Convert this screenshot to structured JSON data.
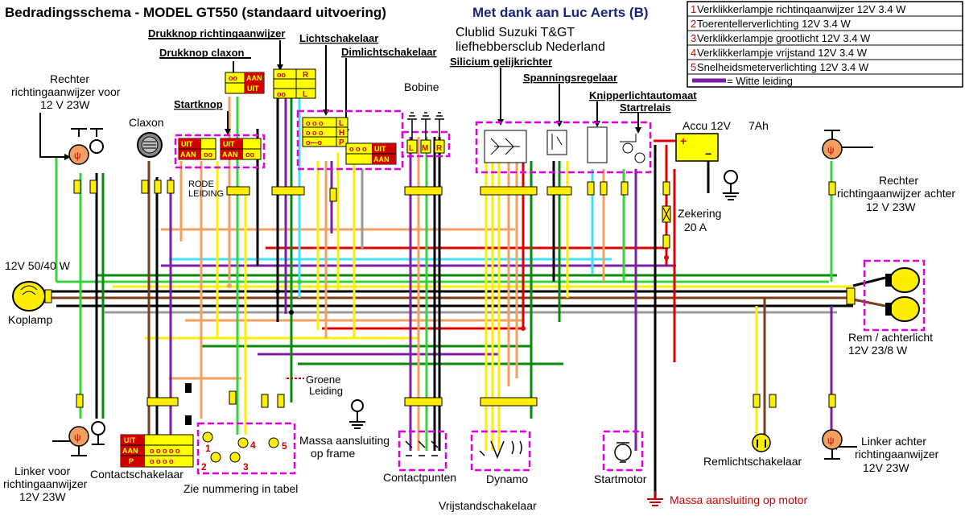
{
  "title": {
    "main": "Bedradingsschema - MODEL GT550 (standaard uitvoering)",
    "credit": "Met dank aan Luc Aerts (B)",
    "club_line1": "Clublid Suzuki T&GT",
    "club_line2": "liefhebbersclub Nederland"
  },
  "legend": [
    {
      "num": "1",
      "text": "Verklikkerlampje richtinqaanwijzer  12V 3.4 W"
    },
    {
      "num": "2",
      "text": "Toerentellerverlichting 12V 3.4 W"
    },
    {
      "num": "3",
      "text": "Verklikkerlampje grootlicht 12V 3.4 W"
    },
    {
      "num": "4",
      "text": "Verklikkerlampje vrijstand 12V 3.4 W"
    },
    {
      "num": "5",
      "text": "Snelheidsmeterverlichting 12V 3.4 W"
    },
    {
      "num": "",
      "text": "= Witte leiding"
    }
  ],
  "labels": {
    "drukknop_richting": "Drukknop richtingaanwijzer",
    "drukknop_claxon": "Drukknop claxon",
    "startknop": "Startknop",
    "claxon": "Claxon",
    "lichtschakelaar": "Lichtschakelaar",
    "dimlichtschakelaar": "Dimlichtschakelaar",
    "silicium": "Silicium gelijkrichter",
    "bobine": "Bobine",
    "spanningsregelaar": "Spanningsregelaar",
    "knipperlicht": "Knipperlichtautomaat",
    "startrelais": "Startrelais",
    "accu": "Accu 12V",
    "accu_ah": "7Ah",
    "zekering": "Zekering",
    "zekering_val": "20 A",
    "rechter_voor_1": "Rechter",
    "rechter_voor_2": "richtingaanwijzer voor",
    "rechter_voor_3": "12 V    23W",
    "rechter_achter_1": "Rechter",
    "rechter_achter_2": "richtingaanwijzer achter",
    "rechter_achter_3": "12 V    23W",
    "koplamp_spec": "12V  50/40 W",
    "koplamp": "Koplamp",
    "rem_1": "Rem / achterlicht",
    "rem_2": "12V  23/8 W",
    "linker_voor_1": "Linker voor",
    "linker_voor_2": "richtingaanwijzer",
    "linker_voor_3": "12V    23W",
    "linker_achter_1": "Linker achter",
    "linker_achter_2": "richtingaanwijzer",
    "linker_achter_3": "12V     23W",
    "contactschakelaar": "Contactschakelaar",
    "zie_nummering": "Zie nummering in tabel",
    "groene_1": "Groene",
    "groene_2": "Leiding",
    "rode_1": "RODE",
    "rode_2": "LEIDING",
    "massa_frame_1": "Massa aansluiting",
    "massa_frame_2": "op frame",
    "contactpunten": "Contactpunten",
    "dynamo": "Dynamo",
    "vrijstand": "Vrijstandschakelaar",
    "startmotor": "Startmotor",
    "remlicht": "Remlichtschakelaar",
    "massa_motor": "Massa aansluiting op motor"
  },
  "switch_text": {
    "aan": "AAN",
    "uit": "UIT",
    "p": "P",
    "r": "R",
    "l": "L",
    "h": "H",
    "m": "M"
  },
  "colors": {
    "title_blue": "#1a237e",
    "legend_red": "#d00000",
    "magenta_box": "#e000e0",
    "switch_yellow": "#ffff00",
    "switch_red": "#d00000",
    "wire_green": "#3ad23a",
    "wire_yellow": "#ffee00",
    "wire_orange": "#f0a060",
    "wire_black": "#000000",
    "wire_purple": "#7b1fa2",
    "wire_red": "#e00000",
    "wire_brown": "#7a3d1a",
    "wire_cyan": "#40e0ff",
    "wire_grey": "#9a9a9a",
    "wire_darkgreen": "#0a8a0a",
    "wire_blue": "#3030ff"
  }
}
